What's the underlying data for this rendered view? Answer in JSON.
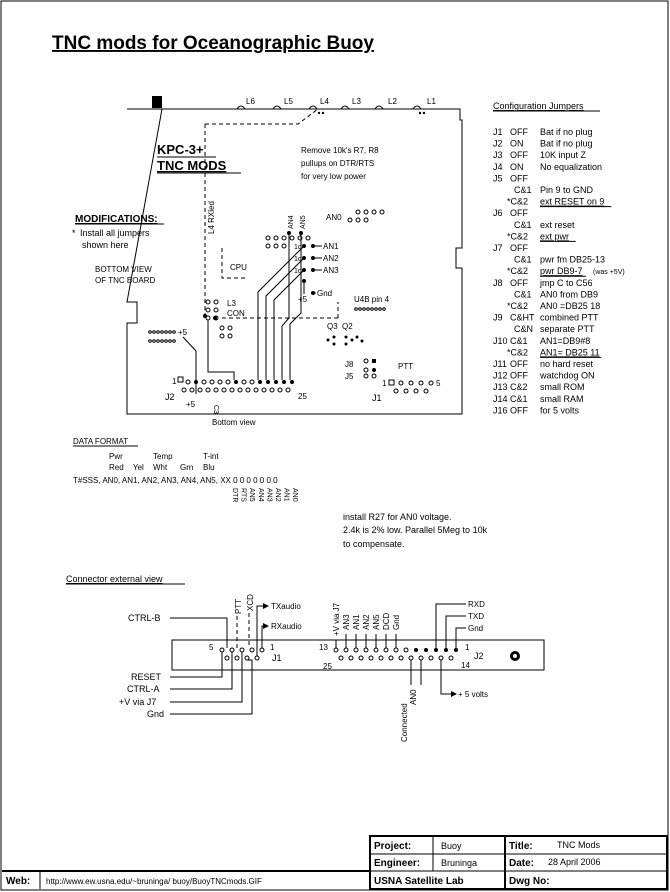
{
  "title": "TNC mods for Oceanographic Buoy",
  "board": {
    "kpc": "KPC-3+",
    "tnc_mods": "TNC MODS",
    "remove_note": [
      "Remove 10k's R7, R8",
      "pullups on DTR/RTS",
      "for very low power"
    ],
    "leds": [
      "L6",
      "L5",
      "L4",
      "L3",
      "L2",
      "L1"
    ],
    "l4_rxled": "L4 RXled",
    "an_top": [
      "AN4",
      "AN5"
    ],
    "an0": "AN0",
    "an_right": [
      "AN1",
      "AN2",
      "AN3"
    ],
    "pins_one": [
      "1o",
      "1o",
      "1o"
    ],
    "plus5": "+5",
    "gnd": "Gnd",
    "cpu": "CPU",
    "l3": "L3",
    "con": "CON",
    "u4b": "U4B pin 4",
    "q3": "Q3",
    "q2": "Q2",
    "j8": "J8",
    "j5": "J5",
    "ptt": "PTT",
    "j2": "J2",
    "j1": "J1",
    "one": "1",
    "five": "5",
    "twentyfive": "25",
    "plus5_j2": "+5",
    "c3": "C3",
    "bottom_view": "Bottom view"
  },
  "modifications": {
    "heading": "MODIFICATIONS:",
    "star": "*",
    "line1": "Install all jumpers",
    "line2": "shown  here",
    "view1": "BOTTOM VIEW",
    "view2": "OF TNC BOARD"
  },
  "jumpers": {
    "heading": "Configuration Jumpers",
    "rows": [
      {
        "id": "J1",
        "setting": "OFF",
        "desc": "Bat if no plug"
      },
      {
        "id": "J2",
        "setting": "ON",
        "desc": "Bat if no plug"
      },
      {
        "id": "J3",
        "setting": "OFF",
        "desc": "10K input Z"
      },
      {
        "id": "J4",
        "setting": "ON",
        "desc": "No equalization"
      },
      {
        "id": "J5",
        "setting": "OFF",
        "desc": ""
      },
      {
        "id": "",
        "setting": "C&1",
        "desc": "Pin 9 to GND"
      },
      {
        "id": "",
        "setting": "*C&2",
        "desc": "ext RESET on 9",
        "underline": true
      },
      {
        "id": "J6",
        "setting": "OFF",
        "desc": ""
      },
      {
        "id": "",
        "setting": "C&1",
        "desc": "ext reset"
      },
      {
        "id": "",
        "setting": "*C&2",
        "desc": "ext pwr",
        "underline": true
      },
      {
        "id": "J7",
        "setting": "OFF",
        "desc": ""
      },
      {
        "id": "",
        "setting": "C&1",
        "desc": "pwr fm DB25-13"
      },
      {
        "id": "",
        "setting": "*C&2",
        "desc": "pwr DB9-7",
        "underline": true,
        "note": "(was +5V)"
      },
      {
        "id": "J8",
        "setting": "OFF",
        "desc": "jmp C to C56"
      },
      {
        "id": "",
        "setting": "C&1",
        "desc": "AN0 from DB9"
      },
      {
        "id": "",
        "setting": "*C&2",
        "desc": "AN0 =DB25 18"
      },
      {
        "id": "J9",
        "setting": "C&HT",
        "desc": "combined PTT"
      },
      {
        "id": "",
        "setting": "C&N",
        "desc": "separate PTT"
      },
      {
        "id": "J10",
        "setting": "C&1",
        "desc": "AN1=DB9#8"
      },
      {
        "id": "",
        "setting": "*C&2",
        "desc": "AN1= DB25 11",
        "underline": true
      },
      {
        "id": "J11",
        "setting": "OFF",
        "desc": "no hard reset"
      },
      {
        "id": "J12",
        "setting": "OFF",
        "desc": "watchdog ON"
      },
      {
        "id": "J13",
        "setting": "C&2",
        "desc": "small ROM"
      },
      {
        "id": "J14",
        "setting": "C&1",
        "desc": "small RAM"
      },
      {
        "id": "J16",
        "setting": "OFF",
        "desc": "for 5 volts"
      }
    ]
  },
  "data_format": {
    "heading": "DATA FORMAT",
    "colors": [
      {
        "top": "Pwr",
        "bottom": "Red"
      },
      {
        "top": "",
        "bottom": "Yel"
      },
      {
        "top": "Temp",
        "bottom": "Wht"
      },
      {
        "top": "",
        "bottom": "Grn"
      },
      {
        "top": "T-int",
        "bottom": "Blu"
      }
    ],
    "format_line": "T#SSS, AN0, AN1, AN2, AN3, AN4, AN5,  XX 0 0 0 0 0 0 0",
    "bits": [
      "DTR",
      "RTS",
      "AN5",
      "AN4",
      "AN3",
      "AN2",
      "AN1",
      "AN0"
    ]
  },
  "r27_note": [
    "install R27 for AN0 voltage.",
    "2.4k is 2% low.  Parallel 5Meg to 10k",
    "to compensate."
  ],
  "connector": {
    "heading": "Connector external view",
    "ctrl_b": "CTRL-B",
    "j1_top": [
      "PTT",
      "XCD"
    ],
    "txaudio": "TXaudio",
    "rxaudio": "RXaudio",
    "j1_left": [
      "RESET",
      "CTRL-A",
      "+V via J7",
      "Gnd"
    ],
    "j1": "J1",
    "pin5": "5",
    "pin1": "1",
    "pin13": "13",
    "pin25": "25",
    "pin1b": "1",
    "pin14": "14",
    "j2": "J2",
    "j2_top": [
      "+V via J7",
      "AN3",
      "AN1",
      "AN2",
      "AN5",
      "DCD",
      "Gnd"
    ],
    "j2_right": [
      "RXD",
      "TXD",
      "Gnd"
    ],
    "connected": "Connected",
    "an0": "AN0",
    "plus5v": "+ 5 volts"
  },
  "titleblock": {
    "project_label": "Project:",
    "project": "Buoy",
    "title_label": "Title:",
    "title": "TNC Mods",
    "engineer_label": "Engineer:",
    "engineer": "Bruninga",
    "date_label": "Date:",
    "date": "28 April 2006",
    "lab": "USNA Satellite Lab",
    "dwg_label": "Dwg No:",
    "web_label": "Web:",
    "web": "http://www.ew.usna.edu/~bruninga/ buoy/BuoyTNCmods.GIF"
  }
}
